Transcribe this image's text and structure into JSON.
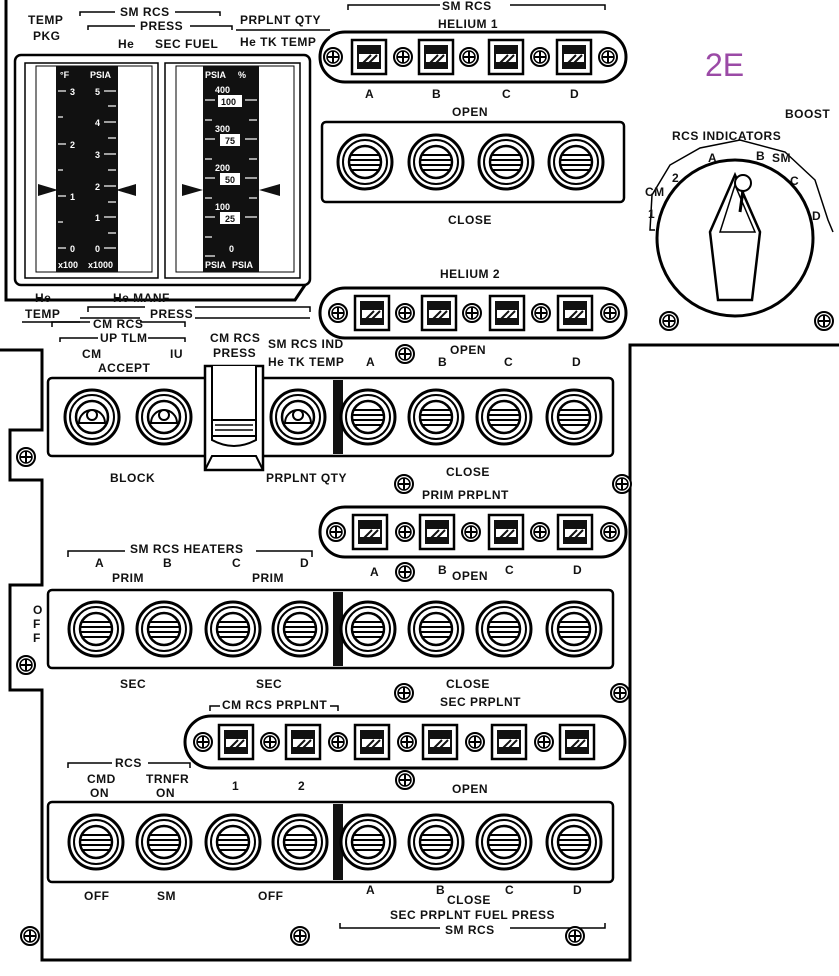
{
  "panel_number": "2E",
  "labels": {
    "sm_rcs_top": "SM RCS",
    "temp": "TEMP",
    "pkg": "PKG",
    "press": "PRESS",
    "prplnt_qty": "PRPLNT QTY",
    "he": "He",
    "sec_fuel": "SEC FUEL",
    "he_tk_temp": "He TK TEMP",
    "sm_rcs_helium": "SM RCS",
    "helium1": "HELIUM 1",
    "letters": [
      "A",
      "B",
      "C",
      "D"
    ],
    "open": "OPEN",
    "close": "CLOSE",
    "boost": "BOOST",
    "rcs_indicators": "RCS INDICATORS",
    "he_temp_a": "He",
    "he_temp_b": "TEMP",
    "he_manf": "He MANF",
    "press2": "PRESS",
    "helium2": "HELIUM 2",
    "cm_rcs": "CM RCS",
    "up_tlm": "UP TLM",
    "cm": "CM",
    "iu": "IU",
    "accept": "ACCEPT",
    "block": "BLOCK",
    "cm_rcs_press_a": "CM RCS",
    "cm_rcs_press_b": "PRESS",
    "sm_rcs_ind": "SM RCS IND",
    "he_tk_temp2": "He TK TEMP",
    "prplnt_qty2": "PRPLNT QTY",
    "prim_prplnt": "PRIM PRPLNT",
    "sm_rcs_heaters": "SM RCS HEATERS",
    "prim": "PRIM",
    "sec": "SEC",
    "off": "OFF",
    "off_o": "O",
    "off_f": "F",
    "sec_prplnt": "SEC PRPLNT",
    "cm_rcs_prplnt": "CM RCS PRPLNT",
    "one": "1",
    "two": "2",
    "rcs": "RCS",
    "cmd": "CMD",
    "on": "ON",
    "trnfr": "TRNFR",
    "sm": "SM",
    "sec_prplnt_fuel_press": "SEC PRPLNT FUEL PRESS"
  },
  "gauge_left": {
    "header_left": "°F",
    "header_right": "PSIA",
    "ticks_left": [
      "3",
      "2",
      "1",
      "0"
    ],
    "ticks_right": [
      "5",
      "4",
      "3",
      "2",
      "1",
      "0"
    ],
    "footer_left": "x100",
    "footer_right": "x1000"
  },
  "gauge_right": {
    "header_left": "PSIA",
    "header_right": "%",
    "ticks_left": [
      "400",
      "300",
      "200",
      "100",
      "0"
    ],
    "ticks_right": [
      "100",
      "75",
      "50",
      "25"
    ],
    "footer_left": "PSIA",
    "footer_right": "PSIA"
  },
  "rotary": {
    "positions": [
      "1",
      "CM",
      "2",
      "A",
      "B",
      "SM",
      "C",
      "D"
    ]
  }
}
